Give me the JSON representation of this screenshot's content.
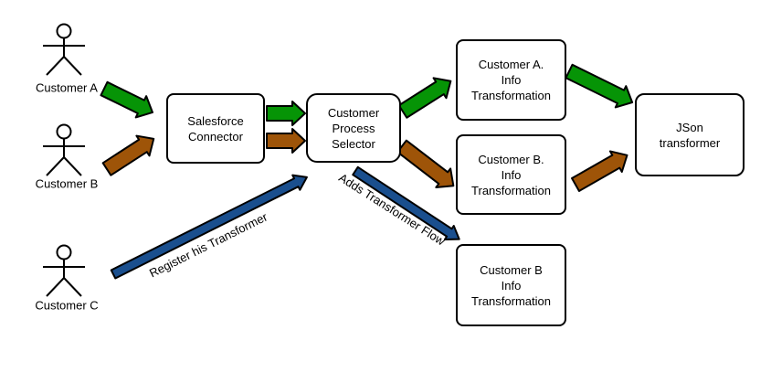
{
  "colors": {
    "green": "#069406",
    "brown": "#9e5408",
    "blue": "#1a4f8e",
    "outline": "#000000",
    "box_fill": "#ffffff",
    "background": "#ffffff"
  },
  "actors": [
    {
      "label": "Customer A",
      "icon": "stick-figure"
    },
    {
      "label": "Customer B",
      "icon": "stick-figure"
    },
    {
      "label": "Customer C",
      "icon": "stick-figure"
    }
  ],
  "boxes": {
    "salesforce": {
      "label": "Salesforce\nConnector"
    },
    "selector": {
      "label": "Customer\nProcess\nSelector"
    },
    "customer_a_info": {
      "label": "Customer A.\nInfo\nTransformation"
    },
    "customer_b_info": {
      "label": "Customer B.\nInfo\nTransformation"
    },
    "customer_b2_info": {
      "label": "Customer B\nInfo\nTransformation"
    },
    "json": {
      "label": "JSon\ntransformer"
    }
  },
  "arrow_labels": {
    "register": "Register his Transformer",
    "adds": "Adds Transformer Flow"
  }
}
